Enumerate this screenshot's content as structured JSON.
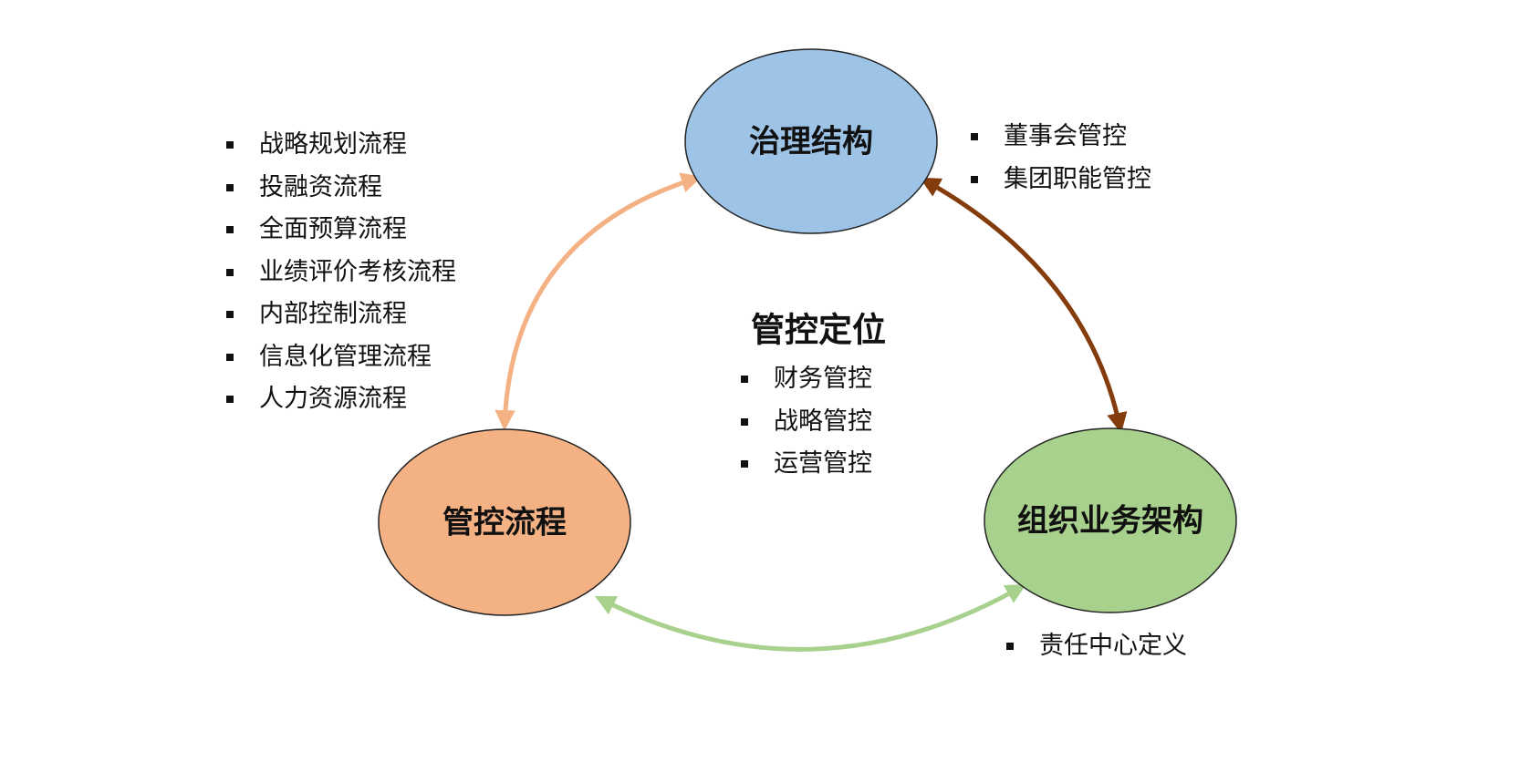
{
  "nodes": {
    "governance": {
      "label": "治理结构",
      "fill": "#9DC3E6"
    },
    "process": {
      "label": "管控流程",
      "fill": "#F4B183"
    },
    "organization": {
      "label": "组织业务架构",
      "fill": "#A9D18E"
    }
  },
  "center": {
    "title": "管控定位",
    "items": [
      "财务管控",
      "战略管控",
      "运营管控"
    ]
  },
  "lists": {
    "process": [
      "战略规划流程",
      "投融资流程",
      "全面预算流程",
      "业绩评价考核流程",
      "内部控制流程",
      "信息化管理流程",
      "人力资源流程"
    ],
    "governance": [
      "董事会管控",
      "集团职能管控"
    ],
    "organization": [
      "责任中心定义"
    ]
  },
  "arrows": {
    "process_governance": "#F4B183",
    "governance_organization": "#843C0C",
    "process_organization": "#A9D18E"
  }
}
